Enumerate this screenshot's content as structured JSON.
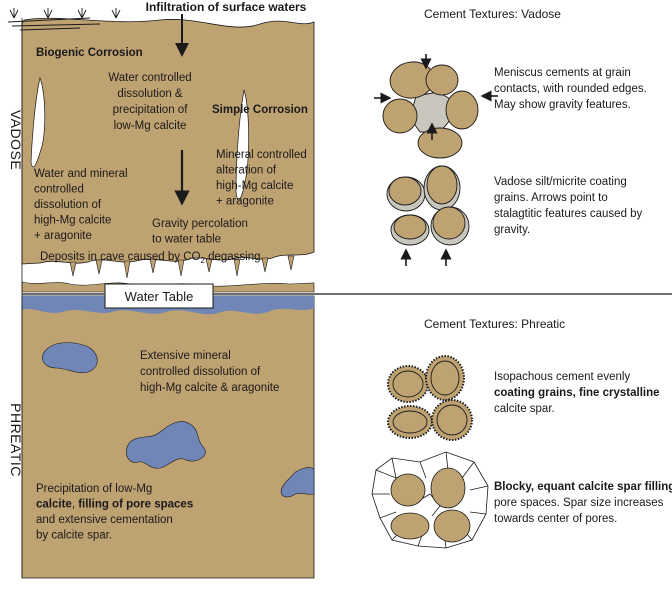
{
  "zones": {
    "vadose_label": "VADOSE",
    "phreatic_label": "PHREATIC",
    "water_table_label": "Water Table"
  },
  "vadose_annotations": {
    "infiltration": "Infiltration of surface waters",
    "biogenic_corrosion": "Biogenic Corrosion",
    "simple_corrosion": "Simple Corrosion",
    "water_controlled": [
      "Water controlled",
      "dissolution &",
      "precipitation of",
      "low-Mg calcite"
    ],
    "water_mineral_controlled": [
      "Water and mineral",
      "controlled",
      "dissolution of",
      "high-Mg calcite",
      "+ aragonite"
    ],
    "mineral_controlled": [
      "Mineral controlled",
      "alteration of",
      "high-Mg calcite",
      "+ aragonite"
    ],
    "gravity_percolation": [
      "Gravity percolation",
      "to water table"
    ],
    "cave_deposits": {
      "text": "Deposits in cave caused by CO",
      "subscript": "2",
      "suffix": " degassing"
    }
  },
  "phreatic_annotations": {
    "extensive_dissolution": [
      "Extensive mineral",
      "controlled dissolution of",
      "high-Mg calcite & aragonite"
    ],
    "precipitation": [
      [
        {
          "t": "Precipitation of low-Mg",
          "b": false
        }
      ],
      [
        {
          "t": "calcite",
          "b": true
        },
        {
          "t": ", ",
          "b": false
        },
        {
          "t": "filling of pore spaces",
          "b": true
        }
      ],
      [
        {
          "t": "and extensive cementation",
          "b": false
        }
      ],
      [
        {
          "t": "by calcite spar.",
          "b": false
        }
      ]
    ]
  },
  "cement_textures": {
    "vadose_header": "Cement Textures:  Vadose",
    "phreatic_header": "Cement Textures:  Phreatic",
    "meniscus": [
      "Meniscus cements at grain",
      "contacts, with rounded edges.",
      "May show gravity features."
    ],
    "silt_coating": [
      "Vadose silt/micrite coating",
      "grains.  Arrows point to",
      "stalagtitic features caused by",
      "gravity."
    ],
    "isopachous": [
      [
        {
          "t": "Isopachous cement evenly",
          "b": false
        }
      ],
      [
        {
          "t": "coating grains, fine crystalline",
          "b": true
        }
      ],
      [
        {
          "t": "calcite spar.",
          "b": false
        }
      ]
    ],
    "blocky": [
      [
        {
          "t": "Blocky, equant calcite spar filling",
          "b": true
        }
      ],
      [
        {
          "t": "pore spaces.  Spar size increases",
          "b": false
        }
      ],
      [
        {
          "t": "towards center of pores.",
          "b": false
        }
      ]
    ]
  },
  "colors": {
    "rock": "#bfa271",
    "water": "#6f86b7",
    "grain": "#bfa271",
    "cement": "#c9c6bd",
    "outline": "#1a1a1a"
  }
}
